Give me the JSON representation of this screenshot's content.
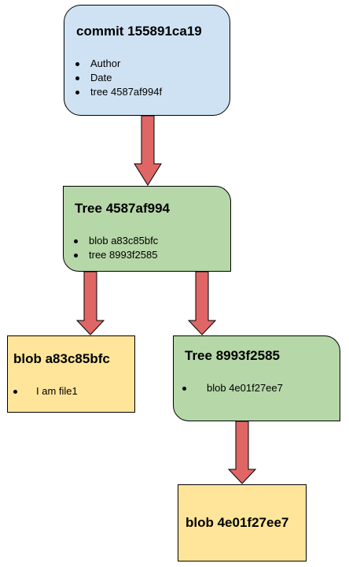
{
  "diagram": {
    "commit": {
      "title": "commit 155891ca19",
      "items": [
        "Author",
        "Date",
        "tree 4587af994f"
      ]
    },
    "tree_top": {
      "title": "Tree 4587af994",
      "items": [
        "blob a83c85bfc",
        "tree 8993f2585"
      ]
    },
    "blob_left": {
      "title": "blob a83c85bfc",
      "items": [
        "I am file1"
      ]
    },
    "tree_sub": {
      "title": "Tree 8993f2585",
      "items": [
        "blob 4e01f27ee7"
      ]
    },
    "blob_bottom": {
      "title": "blob 4e01f27ee7"
    },
    "colors": {
      "commit_fill": "#cfe2f3",
      "tree_fill": "#b6d7a8",
      "blob_fill": "#ffe599",
      "arrow_fill": "#e06666",
      "stroke": "#000000"
    }
  }
}
